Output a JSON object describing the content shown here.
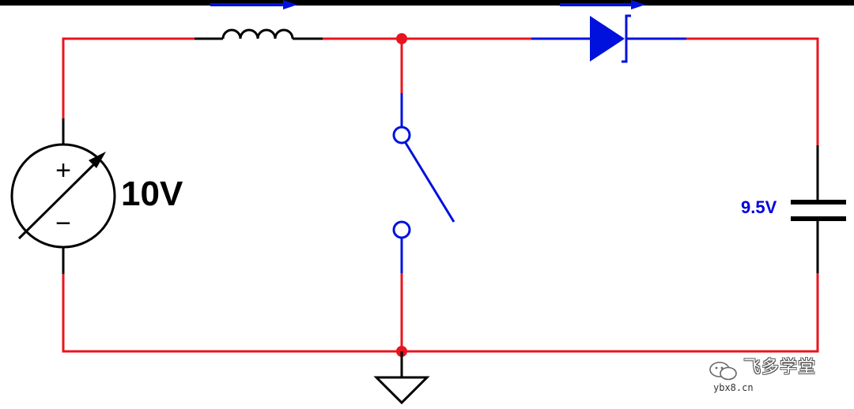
{
  "source": {
    "value_label": "10V",
    "plus": "+",
    "minus": "−"
  },
  "capacitor": {
    "voltage_label": "9.5V"
  },
  "watermark": {
    "name": "飞多学堂",
    "site": "ybx8.cn"
  },
  "colors": {
    "wire": "#e8141e",
    "component_blue": "#0011dd",
    "component_black": "#000000",
    "background": "#ffffff",
    "top_bar": "#000000"
  },
  "switch": {
    "state": "open"
  }
}
